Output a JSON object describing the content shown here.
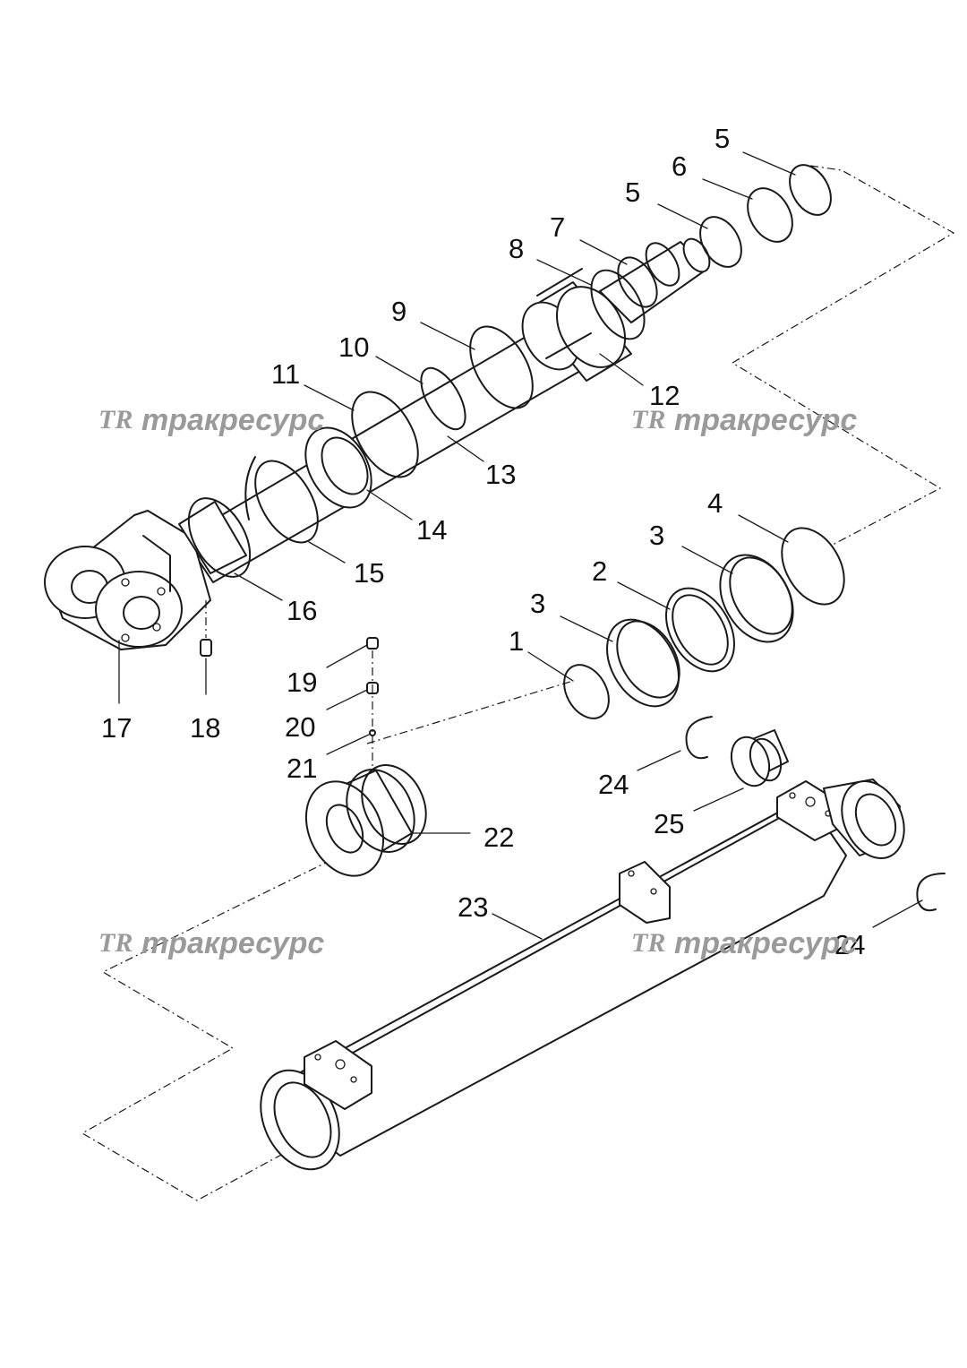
{
  "watermark": {
    "logo": "TR",
    "text": "тракресурс"
  },
  "callouts": [
    "1",
    "2",
    "3",
    "3",
    "4",
    "5",
    "5",
    "6",
    "7",
    "8",
    "9",
    "10",
    "11",
    "12",
    "13",
    "14",
    "15",
    "16",
    "17",
    "18",
    "19",
    "20",
    "21",
    "22",
    "23",
    "24",
    "24",
    "25"
  ]
}
